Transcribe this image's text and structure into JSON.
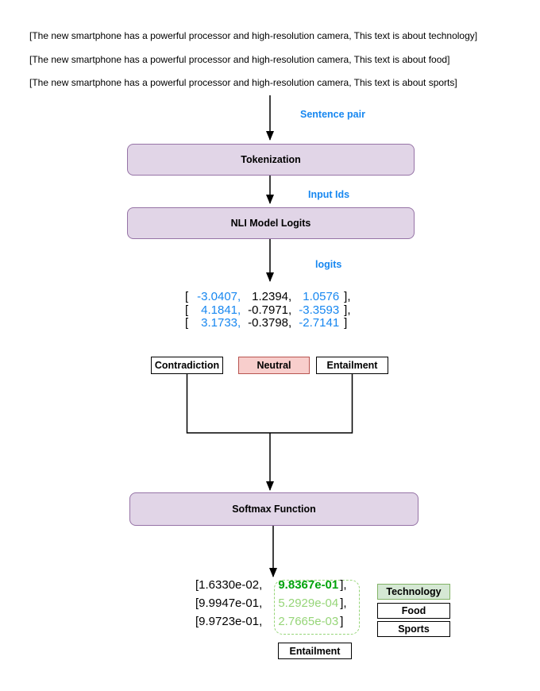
{
  "sentences": [
    "[The new smartphone has a powerful processor and high-resolution camera, This text is about technology]",
    "[The new smartphone has a powerful processor and high-resolution camera, This text is about food]",
    "[The new smartphone has a powerful processor and high-resolution camera, This text is about sports]"
  ],
  "flow": {
    "sentence_pair_label": "Sentence pair",
    "tokenization_label": "Tokenization",
    "input_ids_label": "Input Ids",
    "nli_label": "NLI Model Logits",
    "logits_label": "logits",
    "softmax_label": "Softmax Function"
  },
  "logits_matrix": {
    "rows": [
      {
        "open": "[",
        "v1": "-3.0407,",
        "v2": "1.2394,",
        "v3": "1.0576",
        "close": "],"
      },
      {
        "open": "[",
        "v1": "4.1841,",
        "v2": "-0.7971,",
        "v3": "-3.3593",
        "close": "],"
      },
      {
        "open": "[",
        "v1": "3.1733,",
        "v2": "-0.3798,",
        "v3": "-2.7141",
        "close": "]"
      }
    ]
  },
  "class_labels": {
    "contradiction": "Contradiction",
    "neutral": "Neutral",
    "entailment": "Entailment"
  },
  "softmax_matrix": {
    "rows": [
      {
        "left": "[1.6330e-02,",
        "value": "9.8367e-01",
        "close": "],"
      },
      {
        "left": "[9.9947e-01,",
        "value": "5.2929e-04",
        "close": "],"
      },
      {
        "left": "[9.9723e-01,",
        "value": "2.7665e-03",
        "close": "]"
      }
    ]
  },
  "categories": [
    "Technology",
    "Food",
    "Sports"
  ],
  "result_label": "Entailment",
  "colors": {
    "accent_blue": "#1787F0",
    "purple_fill": "#E1D5E7",
    "purple_border": "#9673A6",
    "pink_fill": "#F8CECC",
    "pink_border": "#B85450",
    "green_fill": "#D5E8D4",
    "green_border": "#82B366",
    "bright_green": "#00A30B",
    "light_green": "#96D578"
  }
}
